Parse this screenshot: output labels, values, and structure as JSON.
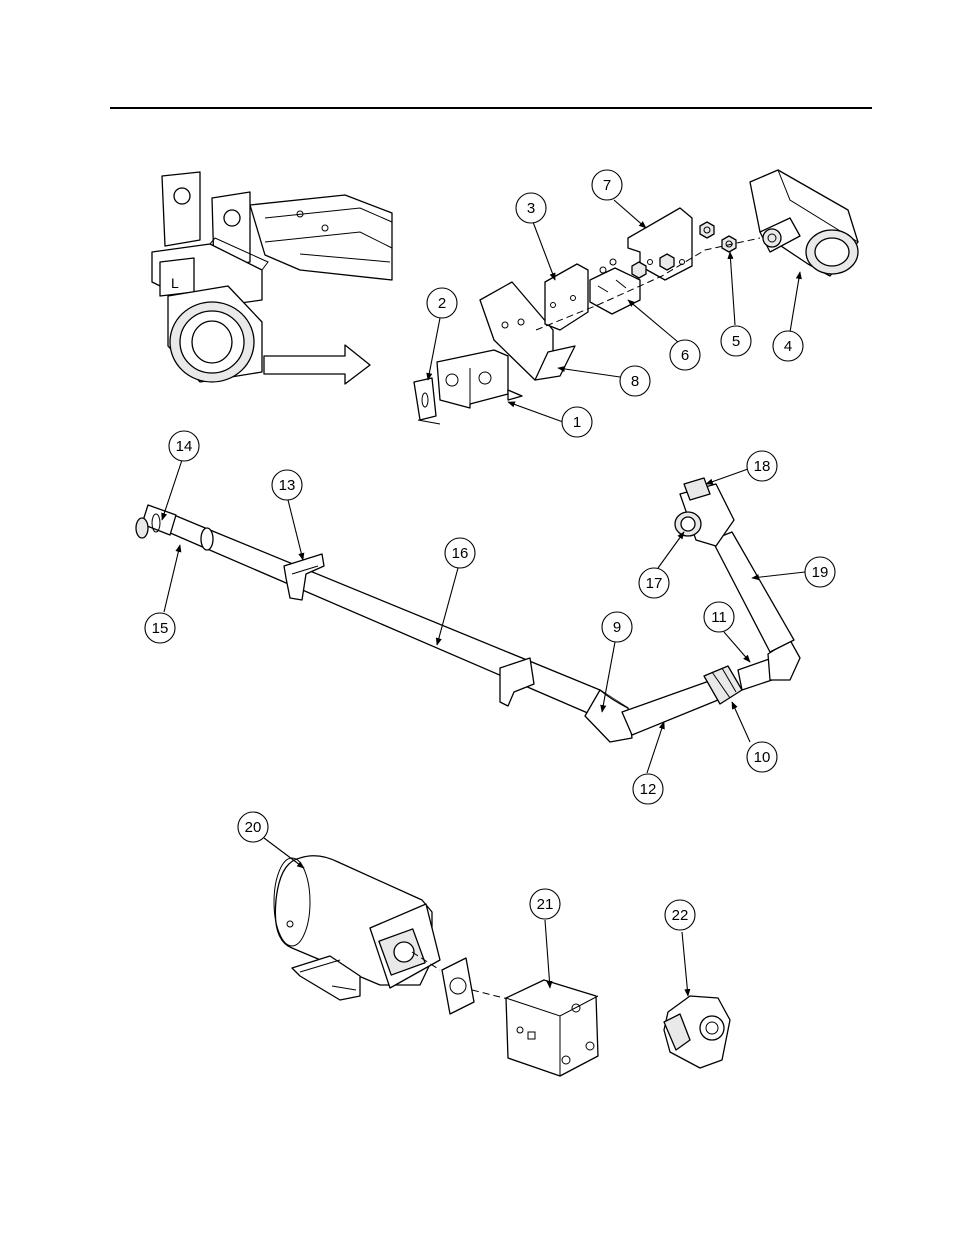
{
  "callouts": [
    {
      "id": "c1",
      "label": "1"
    },
    {
      "id": "c2",
      "label": "2"
    },
    {
      "id": "c3",
      "label": "3"
    },
    {
      "id": "c4",
      "label": "4"
    },
    {
      "id": "c5",
      "label": "5"
    },
    {
      "id": "c6",
      "label": "6"
    },
    {
      "id": "c7",
      "label": "7"
    },
    {
      "id": "c8",
      "label": "8"
    },
    {
      "id": "c9",
      "label": "9"
    },
    {
      "id": "c10",
      "label": "10"
    },
    {
      "id": "c11",
      "label": "11"
    },
    {
      "id": "c12",
      "label": "12"
    },
    {
      "id": "c13",
      "label": "13"
    },
    {
      "id": "c14",
      "label": "14"
    },
    {
      "id": "c15",
      "label": "15"
    },
    {
      "id": "c16",
      "label": "16"
    },
    {
      "id": "c17",
      "label": "17"
    },
    {
      "id": "c18",
      "label": "18"
    },
    {
      "id": "c19",
      "label": "19"
    },
    {
      "id": "c20",
      "label": "20"
    },
    {
      "id": "c21",
      "label": "21"
    },
    {
      "id": "c22",
      "label": "22"
    }
  ],
  "detail": {
    "bracket_letter": "L"
  }
}
